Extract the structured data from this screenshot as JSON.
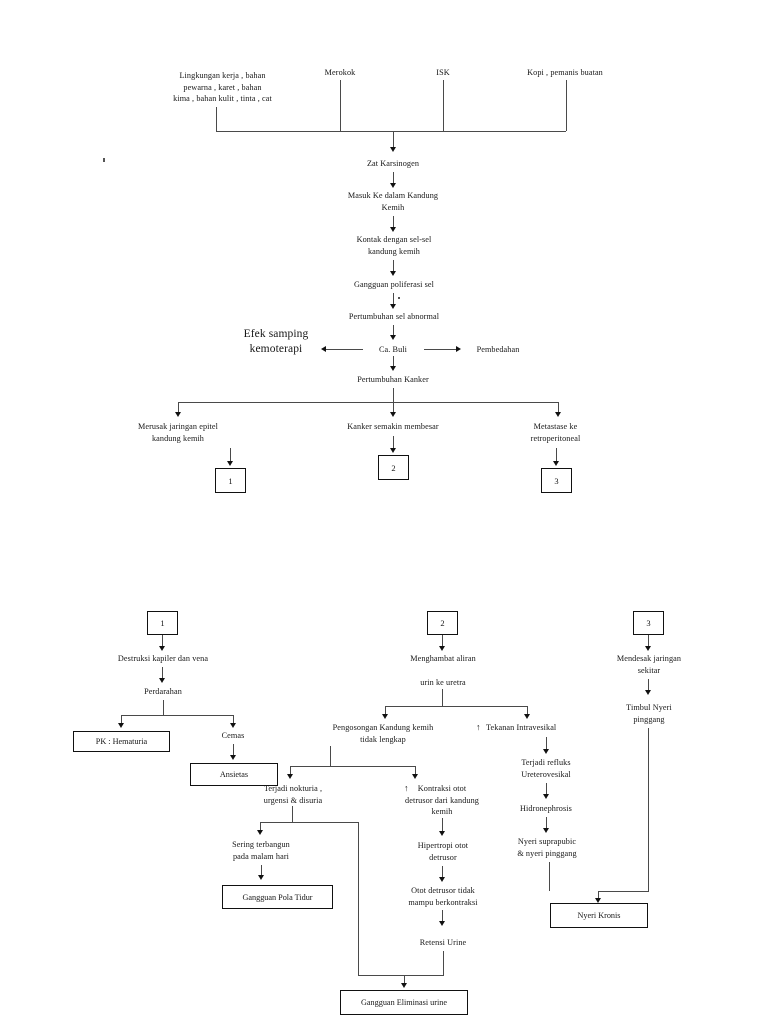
{
  "document": {
    "title": "Pathway Ca. Buli (Bladder Cancer Concept Map)",
    "language": "Indonesian"
  },
  "diagram": {
    "type": "flowchart",
    "sections": [
      {
        "id": "upper",
        "name": "etiology-to-complications"
      },
      {
        "id": "lower",
        "name": "complications-to-nursing-problems"
      }
    ]
  },
  "upper": {
    "risk_factors": [
      {
        "id": "rf1",
        "label": "Lingkungan kerja , bahan\npewarna , karet , bahan\nkima , bahan kulit , tinta , cat"
      },
      {
        "id": "rf2",
        "label": "Merokok"
      },
      {
        "id": "rf3",
        "label": "ISK"
      },
      {
        "id": "rf4",
        "label": "Kopi , pemanis buatan"
      }
    ],
    "chain": [
      {
        "id": "u1",
        "label": "Zat Karsinogen"
      },
      {
        "id": "u2",
        "label": "Masuk Ke dalam Kandung\nKemih"
      },
      {
        "id": "u3",
        "label": "Kontak dengan sel-sel\nkandung kemih"
      },
      {
        "id": "u4",
        "label": "Gangguan poliferasi sel"
      },
      {
        "id": "u5",
        "label": "Pertumbuhan sel abnormal"
      },
      {
        "id": "u6",
        "label": "Ca. Buli"
      },
      {
        "id": "u7",
        "label": "Pertumbuhan Kanker"
      }
    ],
    "side_left": {
      "id": "u6l",
      "label": "Efek samping\nkemoterapi"
    },
    "side_right": {
      "id": "u6r",
      "label": "Pembedahan"
    },
    "branches": [
      {
        "id": "b1",
        "label": "Merusak jaringan epitel\nkandung kemih",
        "ref": "1"
      },
      {
        "id": "b2",
        "label": "Kanker semakin membesar",
        "ref": "2"
      },
      {
        "id": "b3",
        "label": "Metastase ke\nretroperitoneal",
        "ref": "3"
      }
    ]
  },
  "lower": {
    "col1": {
      "ref": "1",
      "nodes": [
        {
          "id": "l1a",
          "label": "Destruksi kapiler dan vena"
        },
        {
          "id": "l1b",
          "label": "Perdarahan"
        },
        {
          "id": "l1c",
          "label": "Cemas"
        }
      ],
      "boxes": [
        {
          "id": "bx-pk",
          "label": "PK : Hematuria"
        },
        {
          "id": "bx-ansietas",
          "label": "Ansietas"
        }
      ]
    },
    "col2": {
      "ref": "2",
      "nodes": [
        {
          "id": "l2a",
          "label": "Menghambat aliran\n\nurin ke uretra"
        },
        {
          "id": "l2b",
          "label": "Pengosongan Kandung kemih\ntidak lengkap"
        },
        {
          "id": "l2c",
          "label": "Tekanan Intravesikal",
          "prefix": "↑"
        },
        {
          "id": "l2d",
          "label": "Terjadi nokturia ,\nurgensi & disuria"
        },
        {
          "id": "l2e",
          "label": "Kontraksi otot\ndetrusor dari kandung\nkemih",
          "prefix": "↑"
        },
        {
          "id": "l2f",
          "label": "Sering terbangun\npada malam hari"
        },
        {
          "id": "l2g",
          "label": "Hipertropi otot\ndetrusor"
        },
        {
          "id": "l2h",
          "label": "Otot detrusor tidak\nmampu berkontraksi"
        },
        {
          "id": "l2i",
          "label": "Retensi Urine"
        }
      ],
      "boxes": [
        {
          "id": "bx-tidur",
          "label": "Gangguan Pola  Tidur"
        },
        {
          "id": "bx-eliminasi",
          "label": "Gangguan Eliminasi urine"
        }
      ]
    },
    "col3": {
      "ref": "3",
      "nodes": [
        {
          "id": "l3a",
          "label": "Mendesak jaringan\nsekitar"
        },
        {
          "id": "l3b",
          "label": "Timbul Nyeri\npinggang"
        },
        {
          "id": "l3c",
          "label": "Terjadi refluks\nUreterovesikal"
        },
        {
          "id": "l3d",
          "label": "Hidronephrosis"
        },
        {
          "id": "l3e",
          "label": "Nyeri suprapubic\n& nyeri pinggang"
        }
      ],
      "boxes": [
        {
          "id": "bx-nyeri",
          "label": "Nyeri Kronis"
        }
      ]
    }
  },
  "colors": {
    "line": "#4a4a4a",
    "arrow": "#111111",
    "text": "#161616",
    "box_border": "#111111",
    "background": "#ffffff"
  }
}
